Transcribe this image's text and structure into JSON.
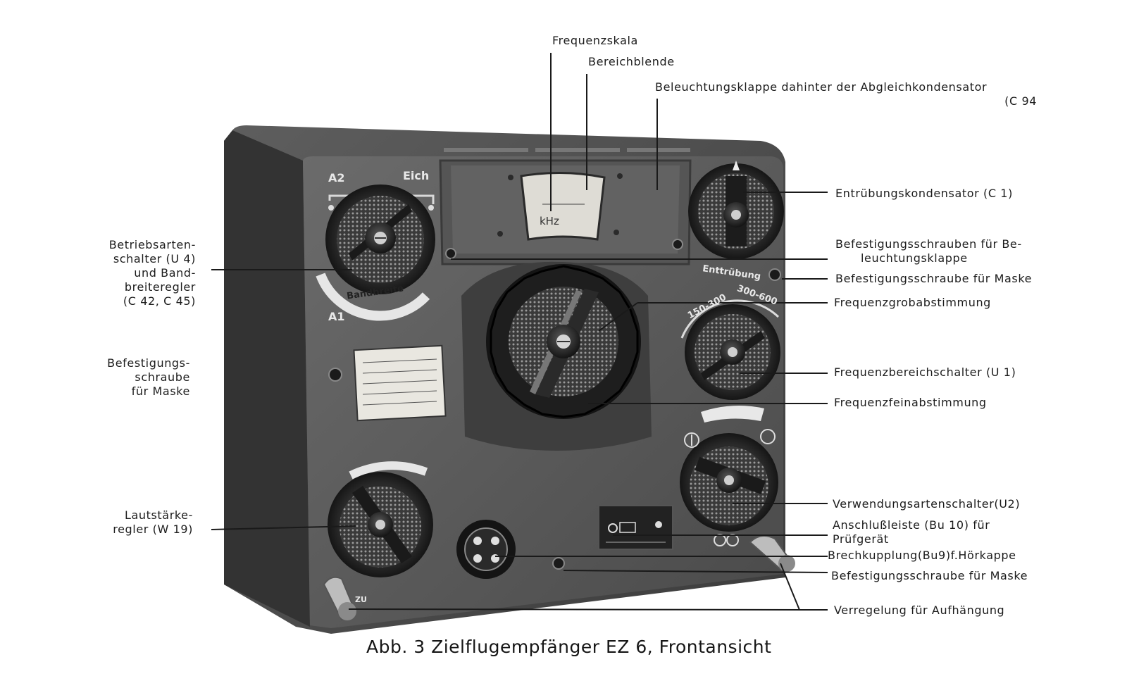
{
  "callouts": {
    "frequenzskala": "Frequenzskala",
    "bereichblende": "Bereichblende",
    "beleuchtungsklappe": [
      "Beleuchtungsklappe  dahinter der Abgleichkondensator",
      "(C 94"
    ],
    "enttruebungskondensator": "Entrübungskondensator (C 1)",
    "befestigungsschrauben_beleuchtungsklappe": [
      "Befestigungsschrauben für Be-",
      "leuchtungsklappe"
    ],
    "befestigungsschraube_maske_1": "Befestigungsschraube für Maske",
    "frequenzgrobabstimmung": "Frequenzgrobabstimmung",
    "frequenzbereichschalter": "Frequenzbereichschalter (U 1)",
    "frequenzfeinabstimmung": "Frequenzfeinabstimmung",
    "verwendungsartenschalter": "Verwendungsartenschalter(U2)",
    "anschlussleiste": [
      "Anschlußleiste (Bu 10) für",
      "Prüfgerät"
    ],
    "steckkupplung": "Brechkupplung(Bu9)f.Hörkappe",
    "befestigungsschraube_maske_2": "Befestigungsschraube für Maske",
    "verregelung": "Verregelung für Aufhängung",
    "betriebsartenschalter": [
      "Betriebsarten-",
      "schalter (U 4)",
      "und Band-",
      "breiteregler",
      "(C 42, C 45)"
    ],
    "befestigungsschraube_links": [
      "Befestigungs-",
      "schraube",
      "für Maske"
    ],
    "lautstaerkeregler": [
      "Lautstärke-",
      "regler (W 19)"
    ]
  },
  "panel_marks": {
    "a2": "A2",
    "eich": "Eich",
    "a1": "A1",
    "bandbreite": "Bandbreite",
    "enttruebung": "Enttrübung",
    "range_1": "150-300",
    "range_2": "300-600",
    "khz": "kHz",
    "zu": "ZU"
  },
  "caption": "Abb. 3  Zielflugempfänger EZ 6, Frontansicht"
}
